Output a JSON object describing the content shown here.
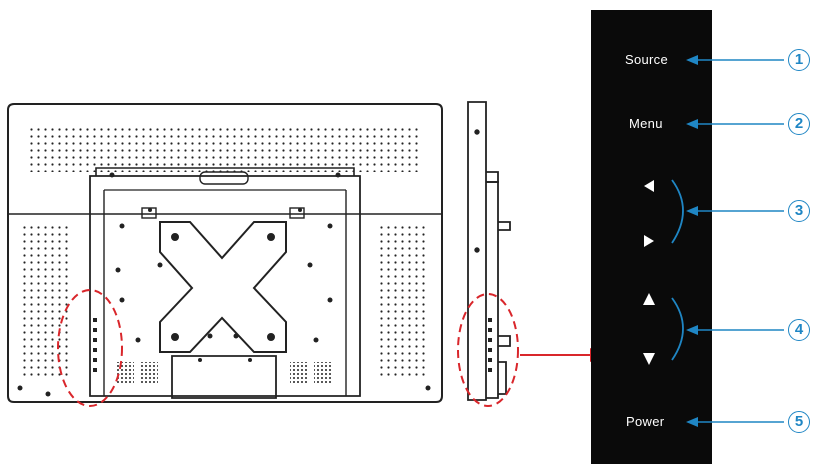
{
  "buttons": [
    {
      "id": 1,
      "label": "Source",
      "callout": "1"
    },
    {
      "id": 2,
      "label": "Menu",
      "callout": "2"
    },
    {
      "id": 3,
      "label": "",
      "callout": "3",
      "glyphs": [
        "◀",
        "▶"
      ]
    },
    {
      "id": 4,
      "label": "",
      "callout": "4",
      "glyphs": [
        "▲",
        "▼"
      ]
    },
    {
      "id": 5,
      "label": "Power",
      "callout": "5"
    }
  ],
  "colors": {
    "panel": "#0a0a0a",
    "callout": "#1f86c4",
    "highlight": "#d9262b",
    "outline": "#222222"
  },
  "icons": {
    "left": "left-arrow-icon",
    "right": "right-arrow-icon",
    "up": "up-arrow-icon",
    "down": "down-arrow-icon"
  }
}
